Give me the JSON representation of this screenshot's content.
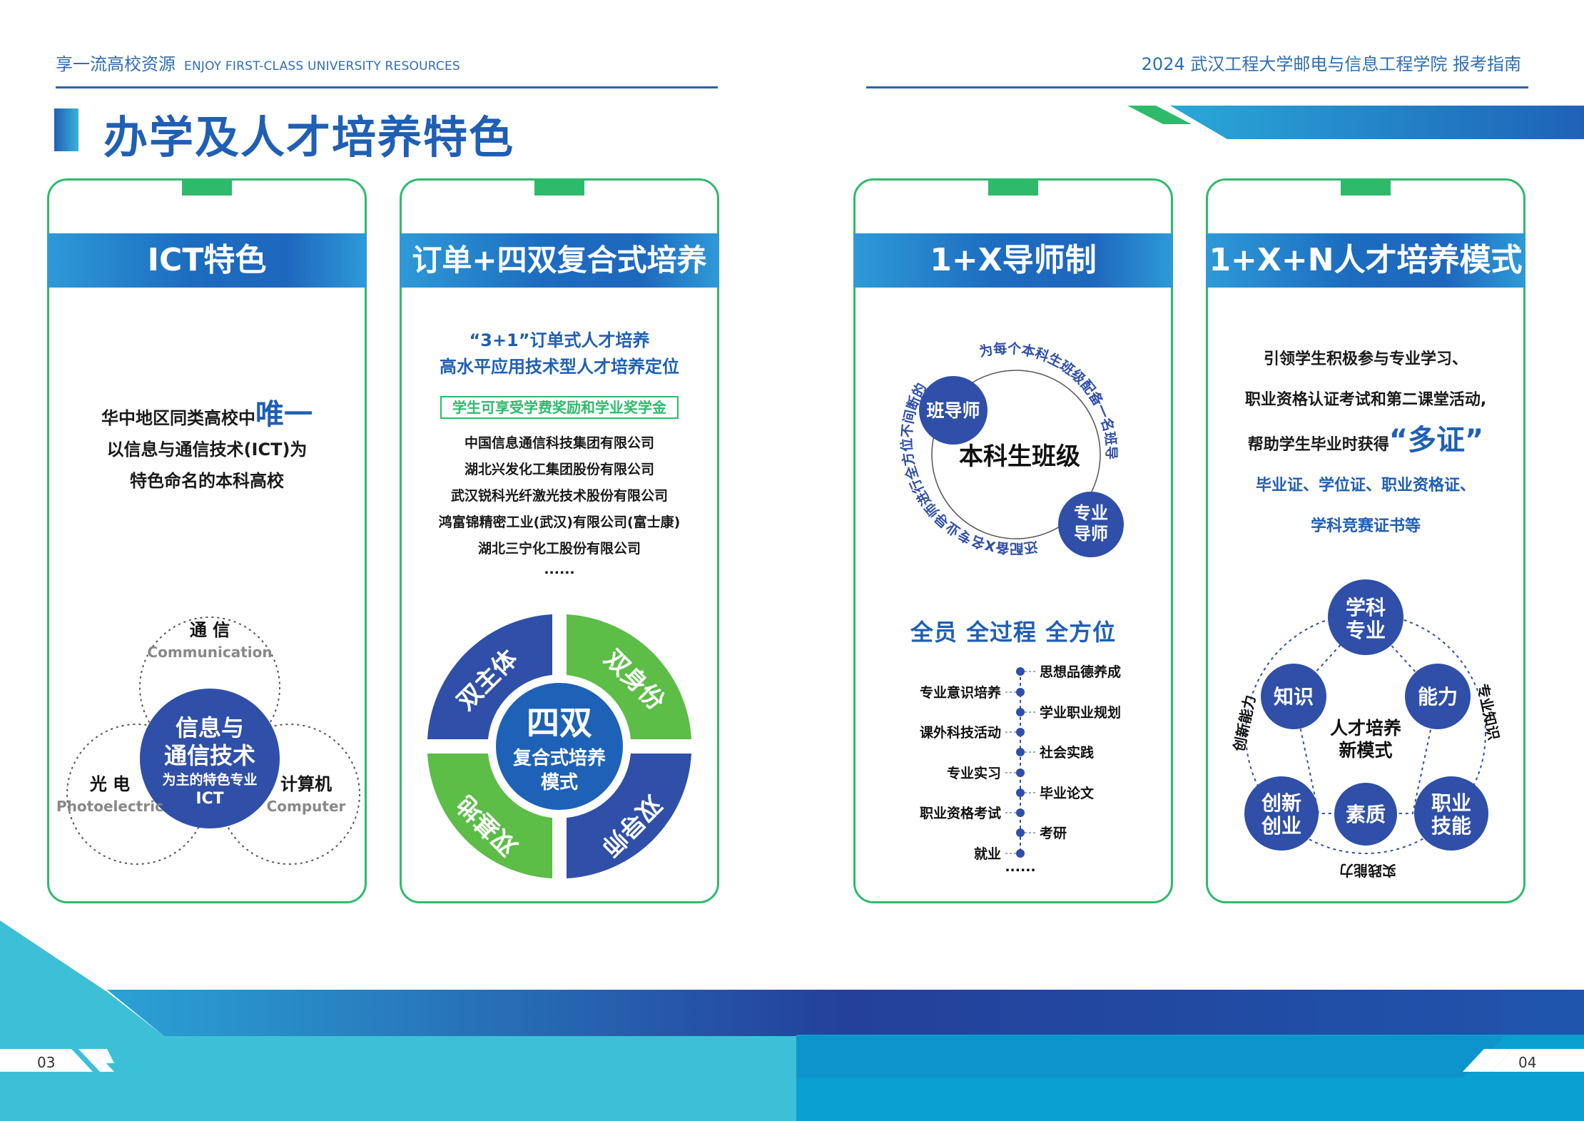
{
  "header": {
    "left_cn": "享一流高校资源",
    "left_en": "ENJOY FIRST-CLASS UNIVERSITY RESOURCES",
    "right": "2024  武汉工程大学邮电与信息工程学院  报考指南"
  },
  "page_title": "办学及人才培养特色",
  "cards": {
    "ict": {
      "title": "ICT特色",
      "line1_prefix": "华中地区同类高校中",
      "line1_emph": "唯一",
      "line2": "以信息与通信技术(ICT)为",
      "line3": "特色命名的本科高校",
      "venn": {
        "top_cn": "通 信",
        "top_en": "Communication",
        "left_cn": "光 电",
        "left_en": "Photoelectric",
        "right_cn": "计算机",
        "right_en": "Computer",
        "center_1": "信息与",
        "center_2": "通信技术",
        "center_3": "为主的特色专业",
        "center_4": "ICT"
      }
    },
    "order": {
      "title": "订单+四双复合式培养",
      "sub1": "“3+1”订单式人才培养",
      "sub2": "高水平应用技术型人才培养定位",
      "box": "学生可享受学费奖励和学业奖学金",
      "companies": [
        "中国信息通信科技集团有限公司",
        "湖北兴发化工集团股份有限公司",
        "武汉锐科光纤激光技术股份有限公司",
        "鸿富锦精密工业(武汉)有限公司(富士康)",
        "湖北三宁化工股份有限公司",
        "......"
      ],
      "ring": {
        "q1": "双主体",
        "q2": "双身份",
        "q3": "双导师",
        "q4": "双基地",
        "center_1": "四双",
        "center_2": "复合式培养",
        "center_3": "模式"
      }
    },
    "tutor": {
      "title": "1+X导师制",
      "arc1": "为每个本科生班级配备一名班导师",
      "arc2": "还配备X名专业导师进行全方位不间断的指导",
      "center": "本科生班级",
      "bubble1": "班导师",
      "bubble2_1": "专业",
      "bubble2_2": "导师",
      "slogan": "全员  全过程  全方位",
      "timeline_left": [
        "专业意识培养",
        "课外科技活动",
        "专业实习",
        "职业资格考试",
        "就业"
      ],
      "timeline_right": [
        "思想品德养成",
        "学业职业规划",
        "社会实践",
        "毕业论文",
        "考研"
      ],
      "timeline_end": "......"
    },
    "model": {
      "title": "1+X+N人才培养模式",
      "p1": "引领学生积极参与专业学习、",
      "p2": "职业资格认证考试和第二课堂活动,",
      "p3_prefix": "帮助学生毕业时获得",
      "p3_emph": "“多证”",
      "p4": "毕业证、学位证、职业资格证、",
      "p5": "学科竞赛证书等",
      "pentagon": {
        "top_1": "学科",
        "top_2": "专业",
        "left": "知识",
        "right": "能力",
        "bl_1": "创新",
        "bl_2": "创业",
        "bottom": "素质",
        "br_1": "职业",
        "br_2": "技能",
        "center_1": "人才培养",
        "center_2": "新模式",
        "label_left": "创新能力",
        "label_right": "专业知识",
        "label_bottom": "实践能力"
      }
    }
  },
  "pages": {
    "left": "03",
    "right": "04"
  },
  "colors": {
    "blue": "#1f5fb5",
    "green": "#2dbb6b",
    "ring_blue": "#2f4fa8",
    "ring_green": "#5cbd47"
  }
}
